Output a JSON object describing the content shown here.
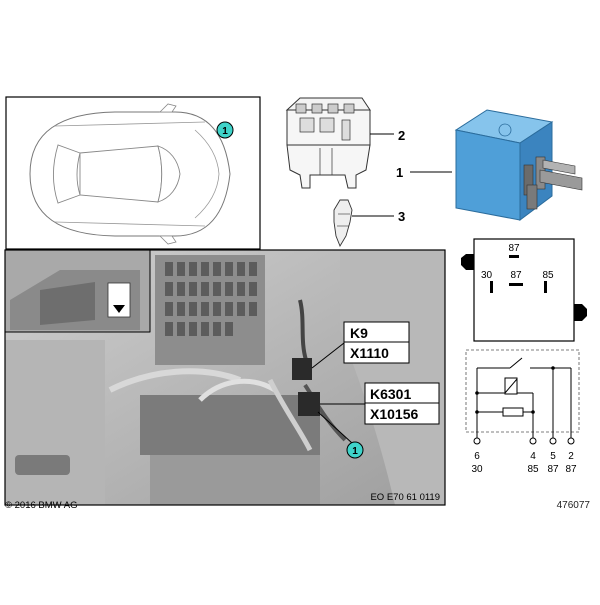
{
  "callouts": {
    "car_marker": "1",
    "part_holder": "2",
    "part_relay": "1",
    "part_contact": "3",
    "photo_marker": "1"
  },
  "connector_labels": {
    "k9": "K9",
    "x1110": "X1110",
    "k6301": "K6301",
    "x10156": "X10156"
  },
  "relay_pins": {
    "top": "87",
    "left": "30",
    "center": "87",
    "right": "85"
  },
  "schematic": {
    "pin_numbers": [
      "6",
      "4",
      "5",
      "2"
    ],
    "terminal_numbers": [
      "30",
      "85",
      "87",
      "87"
    ]
  },
  "photo_code": "EO E70 61 0119",
  "copyright": "© 2016 BMW AG",
  "diagram_number": "476077",
  "colors": {
    "callout_teal": "#3fd3c9",
    "relay_blue": "#4f9fd8",
    "label_box_border": "#000000"
  }
}
